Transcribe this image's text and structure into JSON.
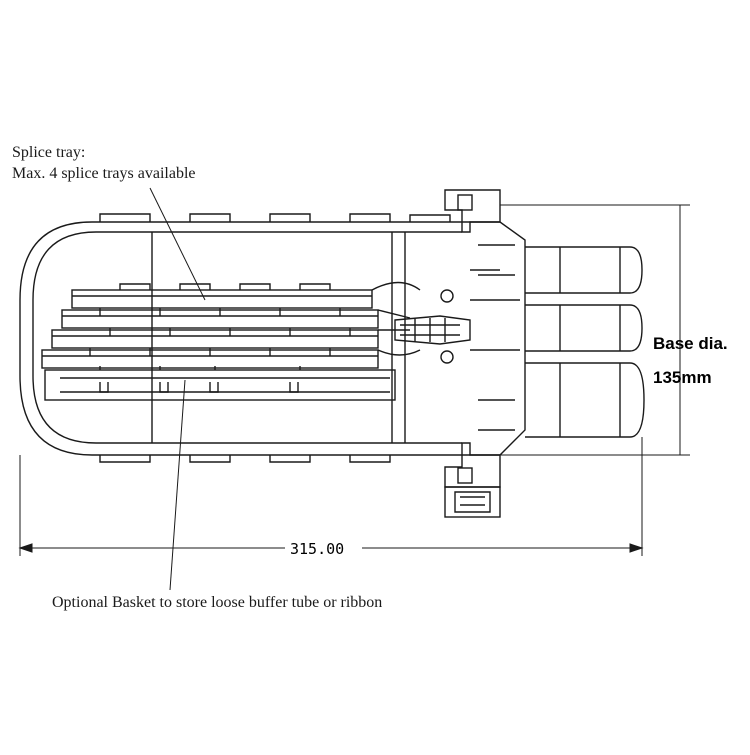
{
  "labels": {
    "splice_tray_title": "Splice tray:",
    "splice_tray_detail": "Max. 4 splice trays available",
    "basket": "Optional Basket to store loose buffer tube or ribbon",
    "base_dia_line1": "Base dia.",
    "base_dia_line2": "135mm"
  },
  "dimensions": {
    "length": "315.00"
  },
  "colors": {
    "line": "#1a1a1a",
    "background": "#ffffff"
  }
}
